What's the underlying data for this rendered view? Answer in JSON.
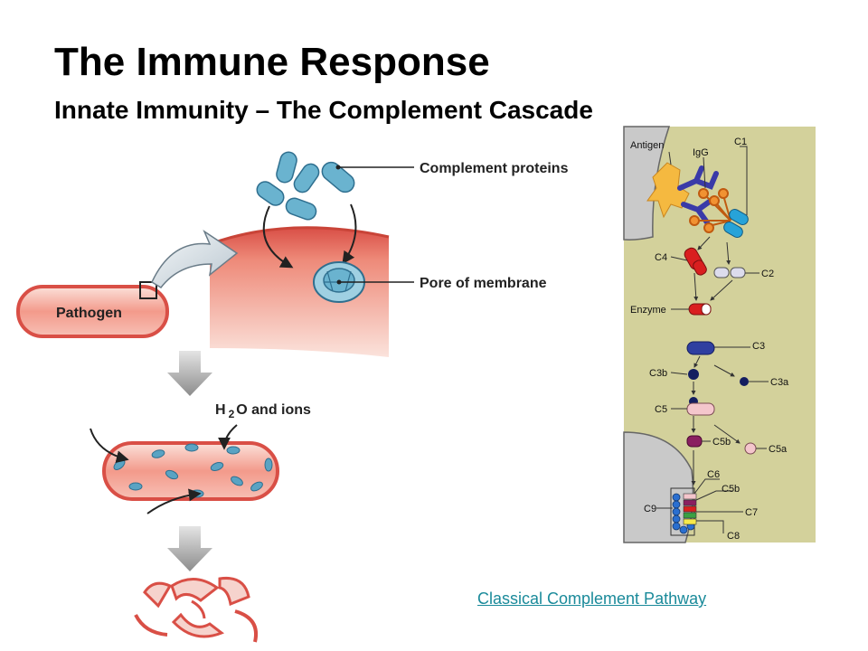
{
  "title": "The Immune Response",
  "subtitle": "Innate Immunity – The Complement Cascade",
  "left_diagram": {
    "complement_proteins": "Complement proteins",
    "pore_of_membrane": "Pore of membrane",
    "pathogen": "Pathogen",
    "h2o_h": "H",
    "h2o_sub": "2",
    "h2o_rest": "O and ions"
  },
  "pathway_diagram": {
    "antigen": "Antigen",
    "igg": "IgG",
    "c1": "C1",
    "c4": "C4",
    "c2": "C2",
    "enzyme": "Enzyme",
    "c3": "C3",
    "c3b": "C3b",
    "c3a": "C3a",
    "c5": "C5",
    "c5b": "C5b",
    "c5a": "C5a",
    "c6": "C6",
    "c5b_2": "C5b",
    "c9": "C9",
    "c7": "C7",
    "c8": "C8"
  },
  "link_text": "Classical Complement Pathway",
  "colors": {
    "membrane": "#e9806f",
    "protein": "#6ab3cf",
    "pathway_bg": "#d3d19b",
    "link": "#1a8a9a"
  }
}
